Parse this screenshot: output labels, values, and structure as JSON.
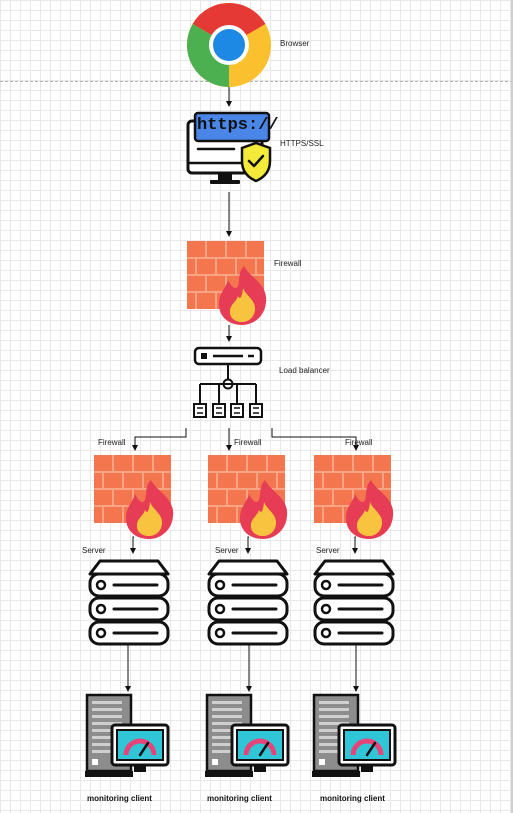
{
  "labels": {
    "browser": "Browser",
    "https_ssl": "HTTPS/SSL",
    "https_text": "https://",
    "firewall_main": "Firewall",
    "load_balancer": "Load balancer",
    "firewall_1": "Firewall",
    "firewall_2": "Firewall",
    "firewall_3": "Firewall",
    "server_1": "Server",
    "server_2": "Server",
    "server_3": "Server",
    "monitor_1": "monitoring client",
    "monitor_2": "monitoring client",
    "monitor_3": "monitoring client"
  },
  "colors": {
    "brick": "#f4764f",
    "mortar": "#f7a484",
    "flame_outer": "#e63c55",
    "flame_inner": "#f8c440",
    "https_blue": "#4a86e8",
    "shield": "#f3ea3a",
    "monitor_screen": "#30c6d8",
    "gauge": "#e7447a",
    "rack_gray": "#8d8d8d"
  },
  "icons": [
    "chrome-icon",
    "https-monitor-icon",
    "firewall-icon",
    "load-balancer-icon",
    "server-rack-icon",
    "monitoring-client-icon"
  ]
}
